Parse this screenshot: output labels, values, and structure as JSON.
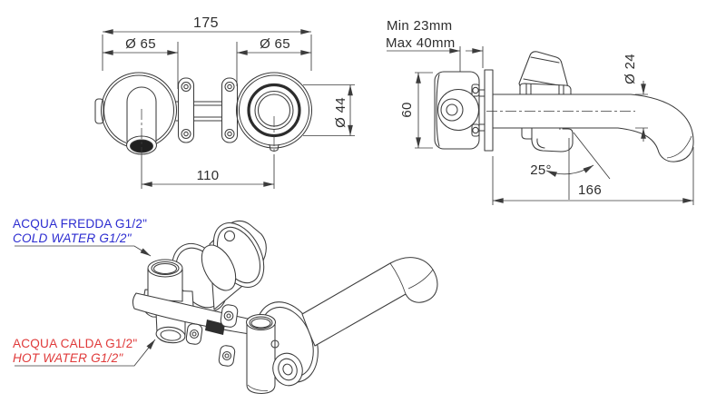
{
  "front_view": {
    "dim_overall_width": "175",
    "dim_left_escutcheon_diameter": "Ø 65",
    "dim_right_escutcheon_diameter": "Ø 65",
    "dim_handle_rosette_diameter": "Ø 44",
    "dim_spout_to_handle_centers": "110"
  },
  "side_view": {
    "wall_depth_min": "Min 23mm",
    "wall_depth_max": "Max 40mm",
    "dim_body_height": "60",
    "dim_spout_tube_diameter": "Ø 24",
    "dim_handle_angle": "25°",
    "dim_spout_reach": "166"
  },
  "iso_view": {
    "cold_label_it": "ACQUA FREDDA G1/2\"",
    "cold_label_en": "COLD WATER G1/2\"",
    "hot_label_it": "ACQUA CALDA G1/2\"",
    "hot_label_en": "HOT WATER G1/2\""
  },
  "colors": {
    "line": "#3c3c3c",
    "cold": "#2b2bd0",
    "hot": "#e03a3a",
    "background": "#ffffff"
  }
}
